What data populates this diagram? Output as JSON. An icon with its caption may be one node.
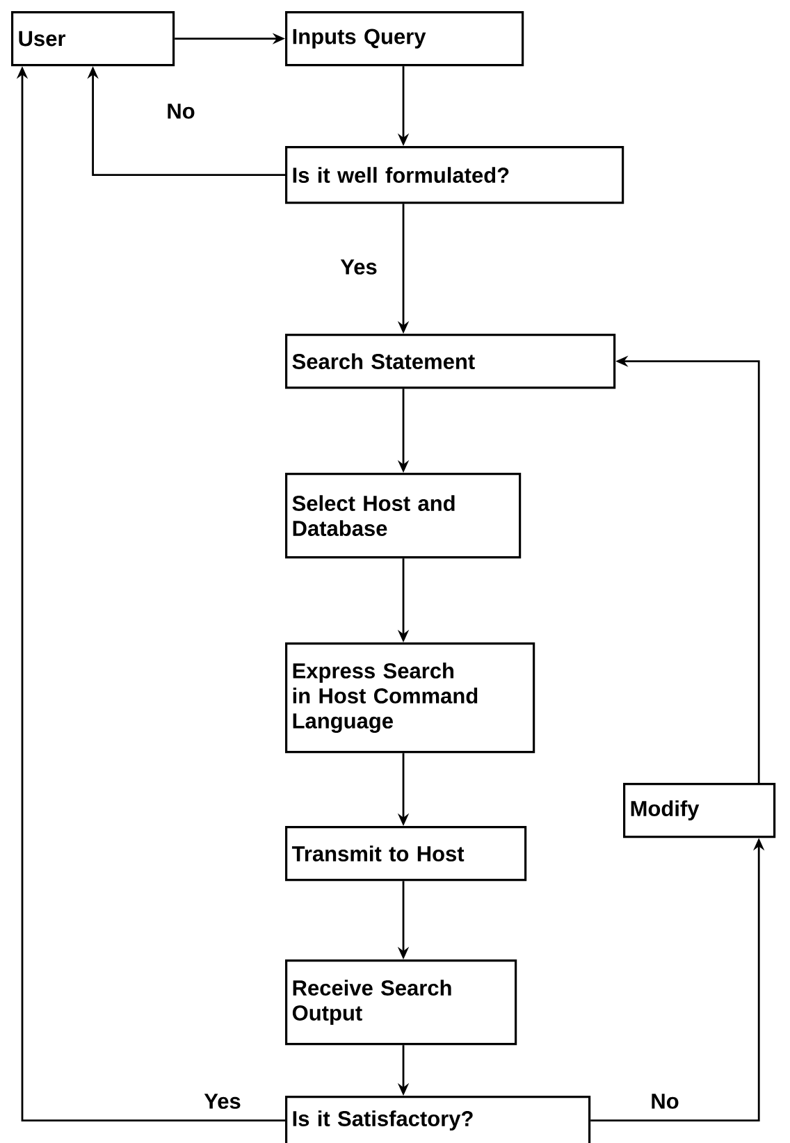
{
  "diagram": {
    "nodes": [
      {
        "text": [
          "User"
        ]
      },
      {
        "text": [
          "Inputs Query"
        ]
      },
      {
        "text": [
          "Is it well formulated?"
        ]
      },
      {
        "text": [
          "Search Statement"
        ]
      },
      {
        "text": [
          "Select Host and Database"
        ]
      },
      {
        "text": [
          "Express Search in Host Command Language"
        ]
      },
      {
        "text": [
          "Transmit to Host"
        ]
      },
      {
        "text": [
          "Receive Search Output"
        ]
      },
      {
        "text": [
          "Is it Satisfactory?"
        ]
      },
      {
        "text": [
          "Modify"
        ]
      }
    ],
    "edges": [
      {
        "from": 0,
        "to": 1,
        "arrow": "to"
      },
      {
        "from": 1,
        "to": 2,
        "arrow": "to"
      },
      {
        "from": 2,
        "to": 0,
        "arrow": "to",
        "label": "No"
      },
      {
        "from": 2,
        "to": 3,
        "arrow": "to",
        "label": "Yes"
      },
      {
        "from": 3,
        "to": 4,
        "arrow": "to"
      },
      {
        "from": 4,
        "to": 5,
        "arrow": "to"
      },
      {
        "from": 5,
        "to": 6,
        "arrow": "to"
      },
      {
        "from": 6,
        "to": 7,
        "arrow": "to"
      },
      {
        "from": 7,
        "to": 8,
        "arrow": "to"
      },
      {
        "from": 8,
        "to": 0,
        "arrow": "to",
        "label": "Yes"
      },
      {
        "from": 8,
        "to": 9,
        "arrow": "to",
        "label": "No"
      },
      {
        "from": 9,
        "to": 3,
        "arrow": "to"
      }
    ]
  }
}
